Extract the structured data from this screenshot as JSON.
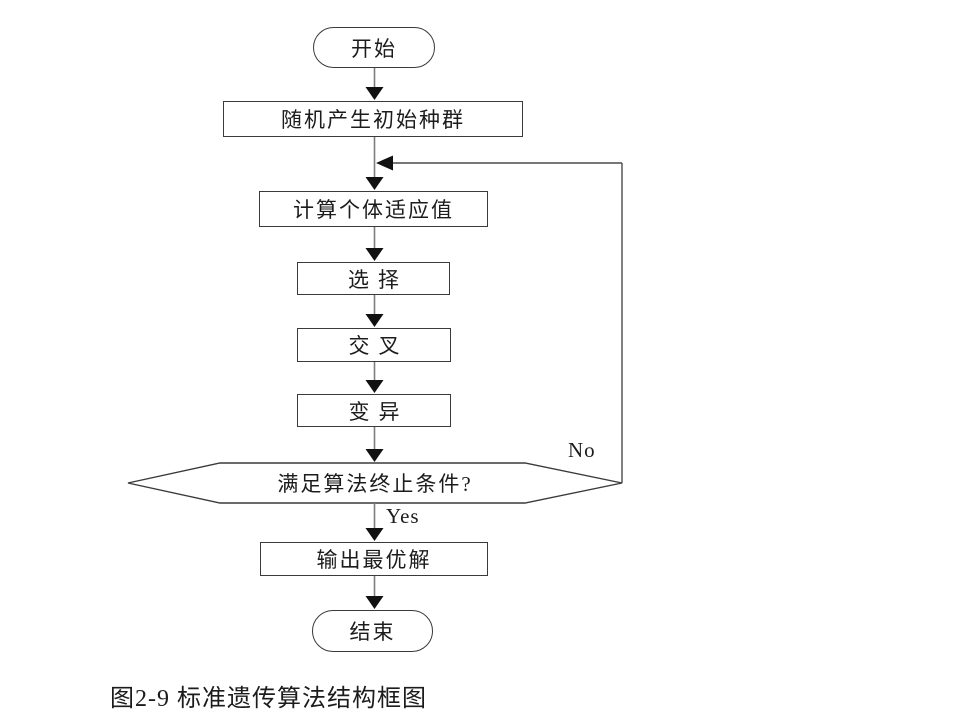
{
  "diagram": {
    "caption": "图2-9 标准遗传算法结构框图",
    "nodes": {
      "start": {
        "label": "开始",
        "type": "terminator"
      },
      "init_population": {
        "label": "随机产生初始种群",
        "type": "process"
      },
      "fitness": {
        "label": "计算个体适应值",
        "type": "process"
      },
      "selection": {
        "label": "选择",
        "type": "process"
      },
      "crossover": {
        "label": "交叉",
        "type": "process"
      },
      "mutation": {
        "label": "变异",
        "type": "process"
      },
      "termination": {
        "label": "满足算法终止条件?",
        "type": "decision"
      },
      "output": {
        "label": "输出最优解",
        "type": "process"
      },
      "end": {
        "label": "结束",
        "type": "terminator"
      }
    },
    "edge_labels": {
      "yes": "Yes",
      "no": "No"
    },
    "colors": {
      "background": "#ffffff",
      "connector_line": "#7d7d7d",
      "feedback_line": "#4a4a4a",
      "shape_border": "#3a3a3a",
      "arrowhead": "#111111",
      "text": "#1c1c1c"
    }
  }
}
